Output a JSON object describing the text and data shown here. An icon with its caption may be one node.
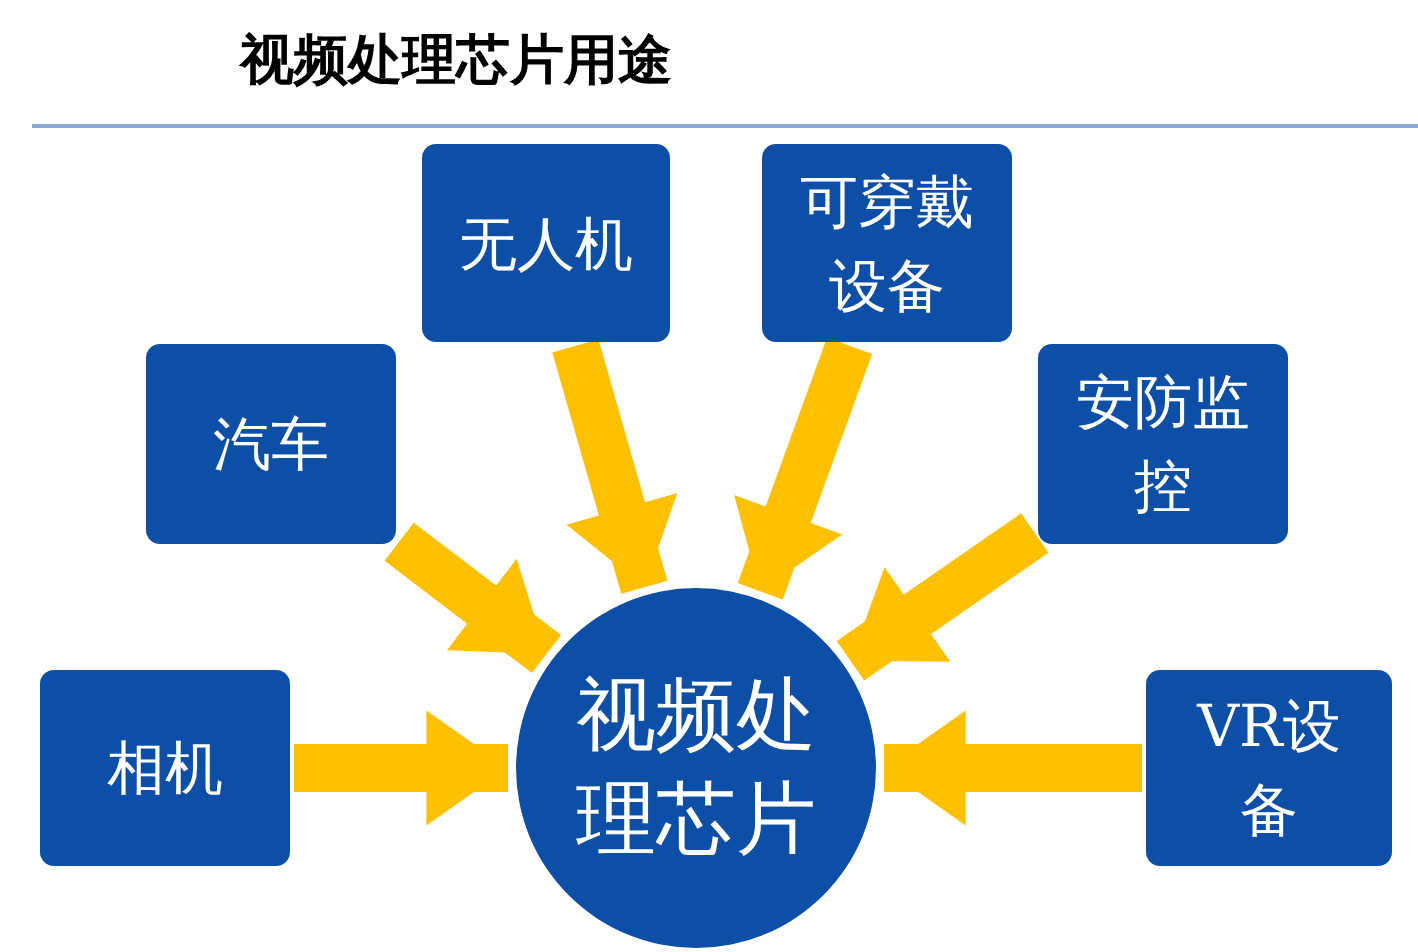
{
  "diagram": {
    "title": "视频处理芯片用途",
    "nodes": [
      {
        "text": [
          "视频处理芯片"
        ]
      },
      {
        "text": [
          "相机"
        ]
      },
      {
        "text": [
          "汽车"
        ]
      },
      {
        "text": [
          "无人机"
        ]
      },
      {
        "text": [
          "可穿戴设备"
        ]
      },
      {
        "text": [
          "安防监控"
        ]
      },
      {
        "text": [
          "VR设备"
        ]
      }
    ],
    "edges": [
      {
        "from": 1,
        "to": 0,
        "arrow": "to"
      },
      {
        "from": 2,
        "to": 0,
        "arrow": "to"
      },
      {
        "from": 3,
        "to": 0,
        "arrow": "to"
      },
      {
        "from": 4,
        "to": 0,
        "arrow": "to"
      },
      {
        "from": 5,
        "to": 0,
        "arrow": "to"
      },
      {
        "from": 6,
        "to": 0,
        "arrow": "to"
      }
    ]
  }
}
